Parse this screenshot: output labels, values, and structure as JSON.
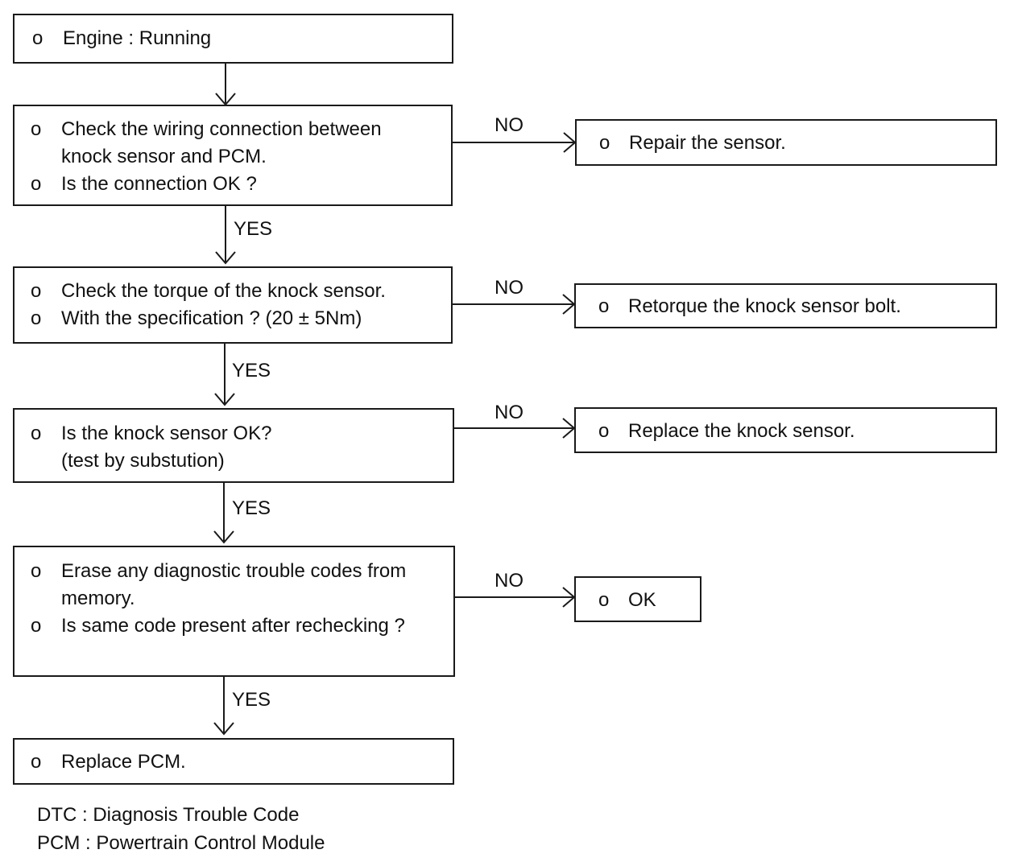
{
  "bullet": "o",
  "steps": {
    "engine": {
      "lines": [
        "Engine : Running"
      ]
    },
    "wiring": {
      "lines": [
        "Check the wiring connection between",
        "knock sensor and PCM.",
        "Is the connection OK ?"
      ]
    },
    "torque": {
      "lines": [
        "Check the torque of the knock sensor.",
        "With the specification ? (20 ± 5Nm)"
      ]
    },
    "knock_sensor": {
      "lines": [
        "Is the knock sensor OK?",
        "(test by substution)"
      ]
    },
    "erase": {
      "lines": [
        "Erase any diagnostic trouble codes from",
        "memory.",
        "Is same code present after rechecking ?"
      ]
    },
    "replace_pcm": {
      "lines": [
        "Replace PCM."
      ]
    }
  },
  "actions": {
    "repair_sensor": {
      "lines": [
        "Repair the sensor."
      ]
    },
    "retorque": {
      "lines": [
        "Retorque the knock sensor bolt."
      ]
    },
    "replace_knock": {
      "lines": [
        "Replace the knock sensor."
      ]
    },
    "ok": {
      "lines": [
        "OK"
      ]
    }
  },
  "edge_labels": {
    "yes": "YES",
    "no": "NO"
  },
  "legend": [
    "DTC : Diagnosis Trouble Code",
    "PCM : Powertrain Control Module"
  ]
}
